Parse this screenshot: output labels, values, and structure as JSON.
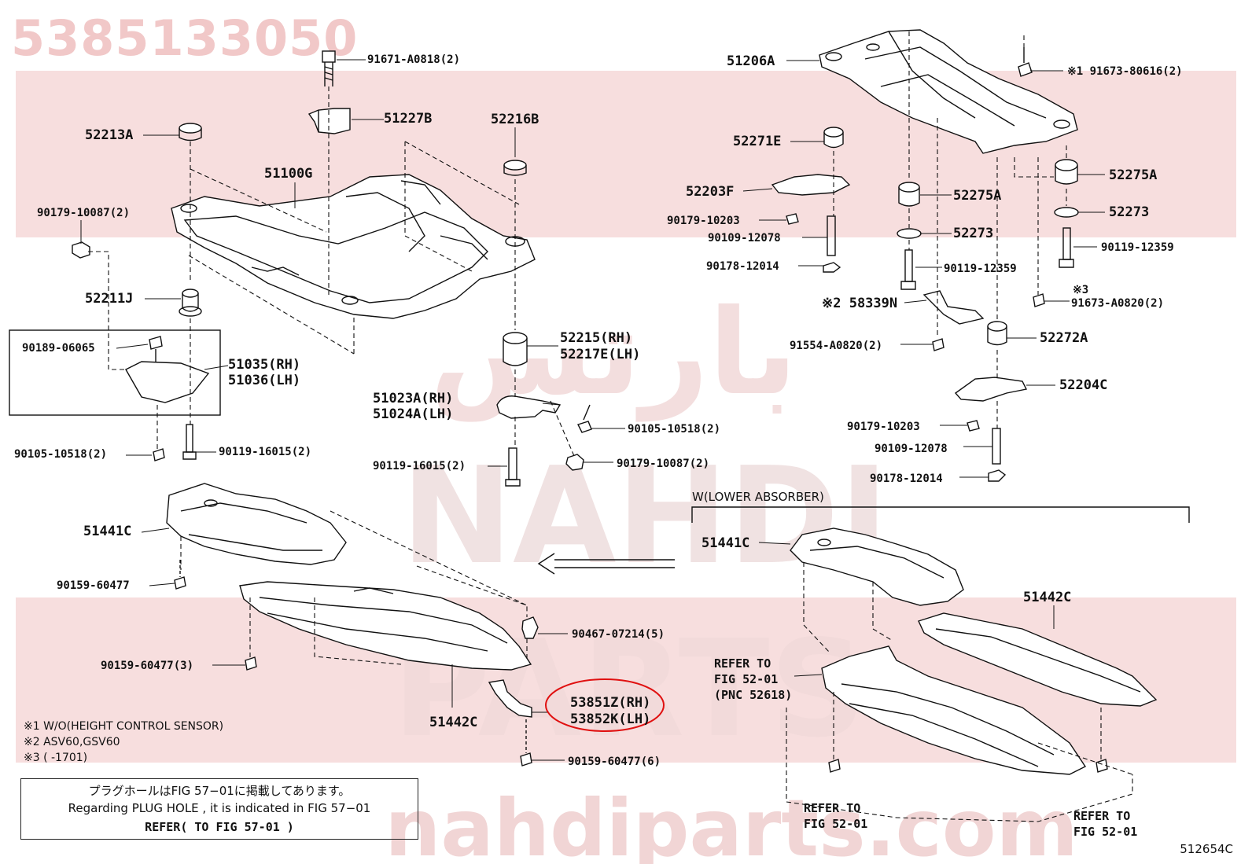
{
  "page_title": "5385133050",
  "watermark": {
    "lines": [
      "بارتس",
      "NAHDI",
      "PARTS",
      "nahdiparts.com"
    ],
    "color": "#f4d6d6"
  },
  "highlight_color": "#e01010",
  "labels": {
    "l1": "91671-A0818(2)",
    "l2": "51227B",
    "l3": "52216B",
    "l4": "52213A",
    "l5": "51100G",
    "l6": "90179-10087(2)",
    "l7": "52211J",
    "l8": "90189-06065",
    "l9": "51035(RH)",
    "l10": "51036(LH)",
    "l11": "52215(RH)",
    "l12": "52217E(LH)",
    "l13": "51023A(RH)",
    "l14": "51024A(LH)",
    "l15": "90105-10518(2)",
    "l16": "90105-10518(2)",
    "l17": "90119-16015(2)",
    "l18": "90119-16015(2)",
    "l19": "90179-10087(2)",
    "l20": "51441C",
    "l21": "90159-60477",
    "l22": "90467-07214(5)",
    "l23": "90159-60477(3)",
    "l24": "51442C",
    "l25": "53851Z(RH)",
    "l26": "53852K(LH)",
    "l27": "90159-60477(6)",
    "l28": "51206A",
    "l29": "※1 91673-80616(2)",
    "l30": "52271E",
    "l31": "52275A",
    "l32": "52203F",
    "l33": "52275A",
    "l34": "90179-10203",
    "l35": "52273",
    "l36": "90109-12078",
    "l37": "52273",
    "l38": "90119-12359",
    "l39": "90178-12014",
    "l40": "90119-12359",
    "l41": "※3",
    "l42": "91673-A0820(2)",
    "l43": "※2 58339N",
    "l44": "52272A",
    "l45": "91554-A0820(2)",
    "l46": "52204C",
    "l47": "90179-10203",
    "l48": "90109-12078",
    "l49": "90178-12014",
    "l50": "51441C",
    "l51": "51442C"
  },
  "lower_absorber_label": "W(LOWER ABSORBER)",
  "refer_main": [
    "REFER TO",
    "FIG 52-01",
    "(PNC 52618)"
  ],
  "refer_2": [
    "REFER TO",
    "FIG 52-01"
  ],
  "refer_3": [
    "REFER TO",
    "FIG 52-01"
  ],
  "notes": [
    "※1 W/O(HEIGHT CONTROL SENSOR)",
    "※2 ASV60,GSV60",
    "※3 (        -1701)"
  ],
  "message_box": {
    "line1": "プラグホールはFIG 57−01に掲載してあります。",
    "line2": "Regarding  PLUG  HOLE , it is indicated in  FIG  57−01",
    "line3": "REFER( TO FIG 57-01          )"
  },
  "figure_id": "512654C"
}
